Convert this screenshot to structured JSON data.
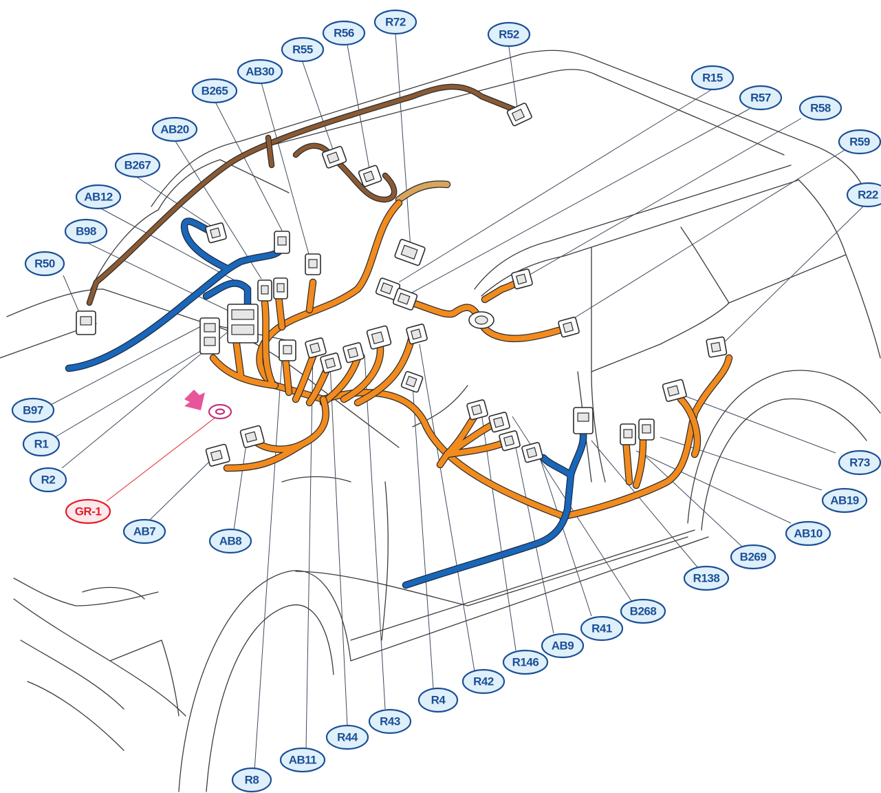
{
  "diagram": {
    "colors": {
      "orange_harness": "#f28b1e",
      "brown_harness": "#8b5a33",
      "tan_harness": "#d9a55c",
      "blue_harness": "#1a66b8",
      "label_border": "#1c4f96",
      "label_fill": "#dff0fb",
      "ground_label": "#e0202a",
      "ground_arrow": "#e8559a"
    },
    "labels": {
      "R72": "R72",
      "R56": "R56",
      "R52": "R52",
      "R55": "R55",
      "AB30": "AB30",
      "B265": "B265",
      "AB20": "AB20",
      "B267": "B267",
      "AB12": "AB12",
      "B98": "B98",
      "R50": "R50",
      "R15": "R15",
      "R57": "R57",
      "R58": "R58",
      "R59": "R59",
      "R22": "R22",
      "B97": "B97",
      "R1": "R1",
      "R2": "R2",
      "GR-1": "GR-1",
      "AB7": "AB7",
      "AB8": "AB8",
      "R73": "R73",
      "AB19": "AB19",
      "AB10": "AB10",
      "B269": "B269",
      "R138": "R138",
      "B268": "B268",
      "R41": "R41",
      "AB9": "AB9",
      "R146": "R146",
      "R42": "R42",
      "R4": "R4",
      "R43": "R43",
      "R44": "R44",
      "AB11": "AB11",
      "R8": "R8"
    }
  }
}
